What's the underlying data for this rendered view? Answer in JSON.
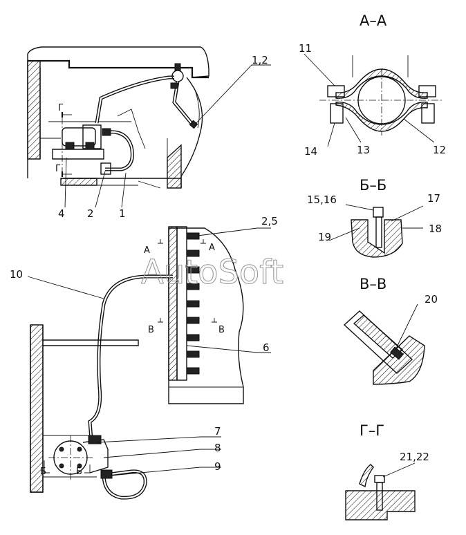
{
  "sections": {
    "aa": "А–А",
    "bb": "Б–Б",
    "vv": "В–В",
    "gg": "Г–Г"
  },
  "callouts": {
    "c1_2": "1,2",
    "c1": "1",
    "c2": "2",
    "c4": "4",
    "c2_5": "2,5",
    "c6": "6",
    "c7": "7",
    "c8": "8",
    "c9": "9",
    "c10": "10",
    "c11": "11",
    "c12": "12",
    "c13": "13",
    "c14": "14",
    "c15_16": "15,16",
    "c17": "17",
    "c18": "18",
    "c19": "19",
    "c20": "20",
    "c21_22": "21,22"
  },
  "cut_marks": {
    "a_left": "А",
    "a_right": "А",
    "v_left": "В",
    "v_right": "В",
    "g_top": "Г",
    "g_bottom": "Г",
    "b_left": "Б",
    "b_right": "Б"
  },
  "watermark": "AutoSoft"
}
